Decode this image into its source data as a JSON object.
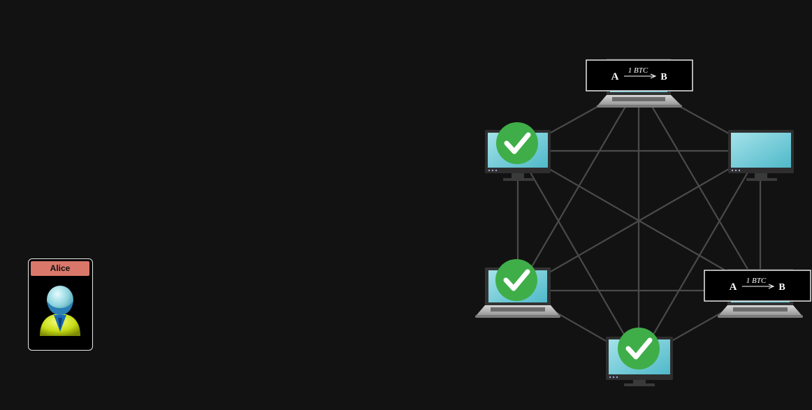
{
  "user": {
    "name": "Alice",
    "icon": "user-avatar-icon"
  },
  "transaction": {
    "from": "A",
    "to": "B",
    "amount": "1 BTC"
  },
  "nodes": [
    {
      "id": "node-top",
      "device": "laptop",
      "verified": false,
      "shows_transaction": true
    },
    {
      "id": "node-upper-left",
      "device": "monitor",
      "verified": true,
      "shows_transaction": false
    },
    {
      "id": "node-upper-right",
      "device": "monitor",
      "verified": false,
      "shows_transaction": false
    },
    {
      "id": "node-lower-left",
      "device": "laptop",
      "verified": true,
      "shows_transaction": false
    },
    {
      "id": "node-lower-right",
      "device": "laptop",
      "verified": false,
      "shows_transaction": true
    },
    {
      "id": "node-bottom",
      "device": "monitor",
      "verified": true,
      "shows_transaction": false
    }
  ],
  "edges": "fully-connected",
  "colors": {
    "background": "#121212",
    "screen": "#5ec4d4",
    "check": "#3fae49",
    "edge": "#4a4a4a",
    "user_header": "#d9786a"
  }
}
